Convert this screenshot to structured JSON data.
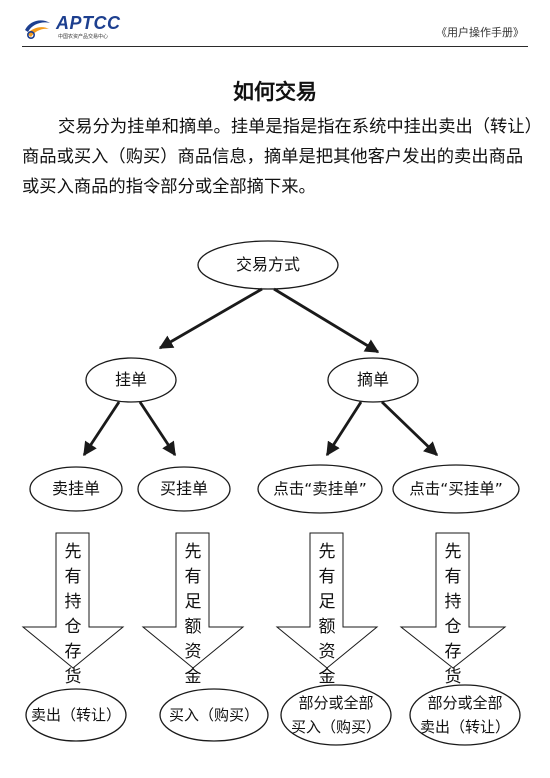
{
  "header": {
    "logo_text": "APTCC",
    "logo_sub": "中国农资产品交易中心",
    "manual_title": "《用户操作手册》"
  },
  "title": "如何交易",
  "intro": "交易分为挂单和摘单。挂单是指是指在系统中挂出卖出（转让）商品或买入（购买）商品信息，摘单是把其他客户发出的卖出商品或买入商品的指令部分或全部摘下来。",
  "diagram": {
    "root": "交易方式",
    "branches": [
      "挂单",
      "摘单"
    ],
    "actions": [
      "卖挂单",
      "买挂单",
      "点击“卖挂单”",
      "点击“买挂单”"
    ],
    "conditions": [
      [
        "先有",
        "持仓",
        "存货"
      ],
      [
        "先有",
        "足额",
        "资金"
      ],
      [
        "先有",
        "足额",
        "资金"
      ],
      [
        "先有",
        "持仓",
        "存货"
      ]
    ],
    "results": [
      [
        "卖出（转让）"
      ],
      [
        "买入（购买）"
      ],
      [
        "部分或全部",
        "买入（购买）"
      ],
      [
        "部分或全部",
        "卖出（转让）"
      ]
    ]
  },
  "colors": {
    "logo_blue": "#1d3f8f",
    "logo_orange": "#f39a1b",
    "line": "#1a1a1a"
  }
}
